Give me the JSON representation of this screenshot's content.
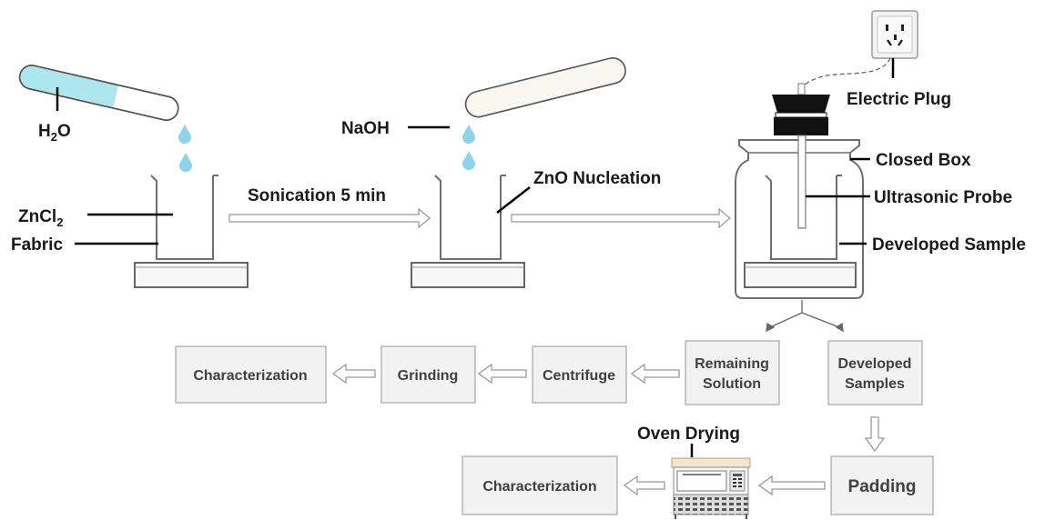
{
  "labels": {
    "h2o_main": "H",
    "h2o_sub": "2",
    "h2o_tail": "O",
    "zncl2_main": "ZnCl",
    "zncl2_sub": "2",
    "fabric": "Fabric",
    "sonication": "Sonication 5 min",
    "naoh": "NaOH",
    "zno_nucleation": "ZnO Nucleation",
    "electric_plug": "Electric Plug",
    "closed_box": "Closed Box",
    "ultrasonic_probe": "Ultrasonic Probe",
    "developed_sample": "Developed Sample",
    "oven_drying": "Oven Drying"
  },
  "flow": {
    "remaining_solution_l1": "Remaining",
    "remaining_solution_l2": "Solution",
    "developed_samples_l1": "Developed",
    "developed_samples_l2": "Samples",
    "centrifuge": "Centrifuge",
    "grinding": "Grinding",
    "characterization_top": "Characterization",
    "padding": "Padding",
    "characterization_bottom": "Characterization"
  },
  "colors": {
    "water": "#c6ecf2",
    "water_tube": "#aee6ef",
    "drop": "#8fd3e8",
    "zncl2_particles": "#f0c060",
    "zno_particles": "#bfbfbf",
    "box_fill": "#f2f2f2",
    "box_stroke": "#a6a6a6",
    "text_dark": "#1a1a1a",
    "text_box": "#404040"
  }
}
